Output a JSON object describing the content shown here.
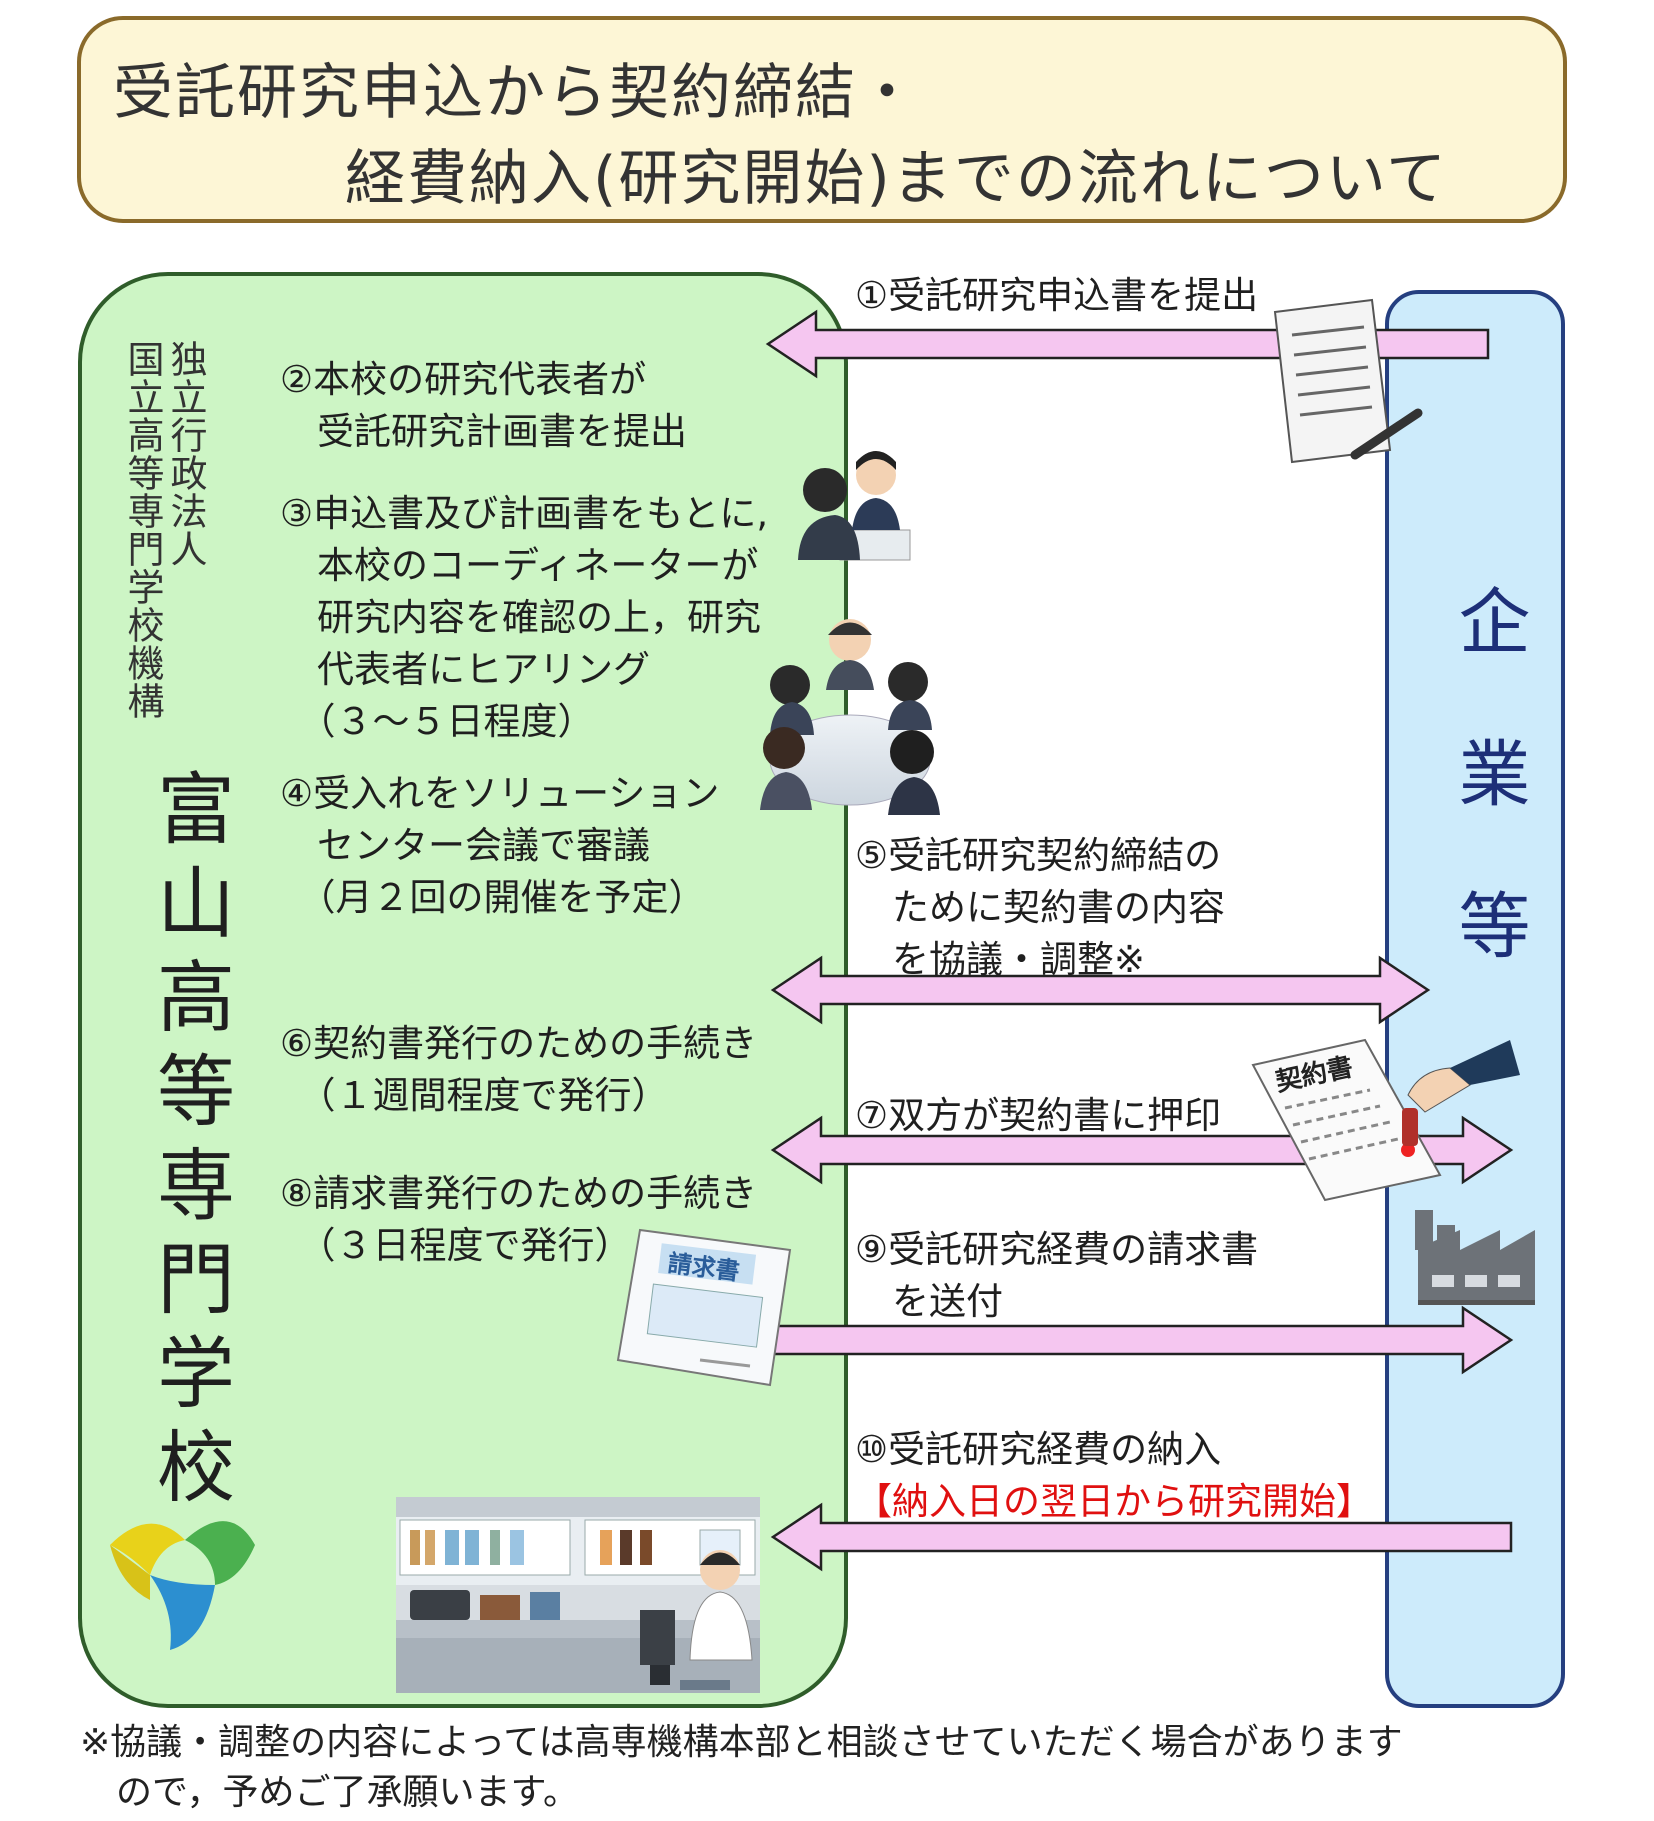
{
  "title": {
    "line1": "受託研究申込から契約締結・",
    "line2": "経費納入(研究開始)までの流れについて"
  },
  "school": {
    "org_line1": "独立行政法人",
    "org_line2": "国立高等専門学校機構",
    "name": "富山高等専門学校"
  },
  "company": {
    "name": "企業等"
  },
  "steps": {
    "s1": "①受託研究申込書を提出",
    "s2": [
      "②本校の研究代表者が",
      "　受託研究計画書を提出"
    ],
    "s3": [
      "③申込書及び計画書をもとに,",
      "　本校のコーディネーターが",
      "　研究内容を確認の上，研究",
      "　代表者にヒアリング",
      "　（３～５日程度）"
    ],
    "s4": [
      "④受入れをソリューション",
      "　センター会議で審議",
      "　（月２回の開催を予定）"
    ],
    "s5": [
      "⑤受託研究契約締結の",
      "　ために契約書の内容",
      "　を協議・調整※"
    ],
    "s6": [
      "⑥契約書発行のための手続き",
      "　（１週間程度で発行）"
    ],
    "s7": "⑦双方が契約書に押印",
    "s8": [
      "⑧請求書発行のための手続き",
      "　（３日程度で発行）"
    ],
    "s9": [
      "⑨受託研究経費の請求書",
      "　を送付"
    ],
    "s10": "⑩受託研究経費の納入",
    "s10_note": "【納入日の翌日から研究開始】"
  },
  "illustrations": {
    "contract_label": "契約書",
    "invoice_label": "請求書"
  },
  "footnote": [
    "※協議・調整の内容によっては高専機構本部と相談させていただく場合があります",
    "　ので，予めご了承願います。"
  ],
  "colors": {
    "title_bg": "#fdf6d6",
    "school_bg": "#cdf5c5",
    "company_bg": "#cdebfb",
    "arrow_fill": "#f5c6f0",
    "accent_red": "#e01010",
    "company_text": "#1d2f78"
  }
}
